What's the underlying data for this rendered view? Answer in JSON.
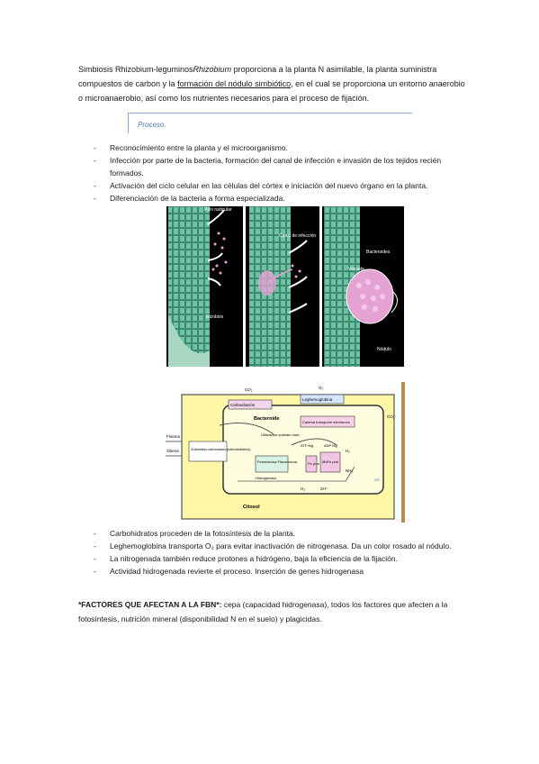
{
  "intro": {
    "p1": "Simbiosis Rhizobium-leguminos",
    "p2": "Rhizobium",
    "p3": " proporciona a la planta N asimilable, la planta suministra compuestos de carbon y la ",
    "p4": "formación del nódulo simbiótico",
    "p5": ", en el cual se proporciona un entorno anaerobio o microanaerobio, así como los nutrientes necesarios para el proceso de fijación."
  },
  "proceso_label": "Proceso.",
  "steps": [
    "Reconocimiento entre la planta y el microorganismo.",
    "Infección por parte de la bacteria, formación del canal de infección e invasión de los tejidos recién formados.",
    "Activación del ciclo celular en las células del córtex e iniciación del nuevo órgano en la planta.",
    "Diferenciación de la bacteria a forma especializada."
  ],
  "fig1_labels": {
    "pelo": "Pelo radicular",
    "rizobios": "Rizobios",
    "canal": "Canal de infección",
    "bacteroides": "Bacteroides",
    "vacuola": "Vacuola",
    "nodulo": "Nódulo"
  },
  "fig2_labels": {
    "co2_top": "CO₂",
    "o2_top": "O₂",
    "carboxilacion": "Carboxilación",
    "leghemoglobina": "Leghemoglobina",
    "bacteroide": "Bacteroide",
    "cadena": "Cadena transporte electrones",
    "co2_right": "CO₂",
    "floema": "Floema",
    "xilema": "Xilema",
    "utilizacion": "Utilización sustrato carb.",
    "atp": "ATP Mg",
    "adp": "ADP Mg",
    "sustratos": "Substratos carbonados (intermediarios)",
    "ferredoxina": "Ferredoxina Flavodoxina",
    "fe": "Fe prot",
    "mofe": "MoFe prot",
    "h2": "H₂",
    "nh3": "NH₃",
    "hidrogenasa": "Hidrogenasa",
    "aa": "AA",
    "h2_bottom": "H₂",
    "twoh": "2H⁺",
    "citosol": "Citosol"
  },
  "bullets": [
    "Carbohidratos proceden de la fotosíntesis de la planta.",
    "Leghemoglobina transporta O₂ para evitar inactivación de nitrogenasa. Da un color rosado al nódulo.",
    "La nitrogenada también reduce protones a hidrógeno, baja la eficiencia de la fijación.",
    "Actividad hidrogenada revierte el proceso. Inserción de genes hidrogenasa"
  ],
  "dash": "-",
  "factors": {
    "bold": "*FACTORES QUE AFECTAN A LA FBN*:",
    "text": " cepa (capacidad hidrogenasa), todos los factores que afecten a la fotosíntesis, nutrición mineral (disponibilidad N en el suelo) y plagicidas."
  },
  "colors": {
    "cell_green": "#6fc3a4",
    "bacteria_pink": "#e5a3d4",
    "diagram_yellow": "#fff7a8",
    "proceso_blue": "#4f79b0"
  }
}
